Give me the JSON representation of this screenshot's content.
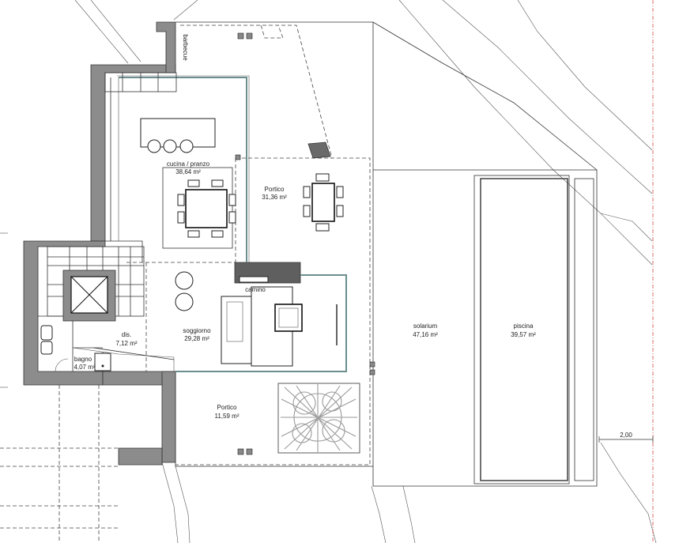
{
  "rooms": [
    {
      "id": "cucina",
      "name": "cucina / pranzo",
      "area": "38,64 m²"
    },
    {
      "id": "portico-top",
      "name": "Portico",
      "area": "31,36 m²"
    },
    {
      "id": "soggiorno",
      "name": "soggiorno",
      "area": "29,28 m²"
    },
    {
      "id": "dis",
      "name": "dis.",
      "area": "7,12 m²"
    },
    {
      "id": "bagno",
      "name": "bagno",
      "area": "4,07 m²"
    },
    {
      "id": "portico-bottom",
      "name": "Portico",
      "area": "11,59 m²"
    },
    {
      "id": "solarium",
      "name": "solarium",
      "area": "47,16 m²"
    },
    {
      "id": "piscina",
      "name": "piscina",
      "area": "39,57 m²"
    }
  ],
  "labels": {
    "barbecue": "barbecue",
    "camino": "camino",
    "dimension": "2,00"
  },
  "colors": {
    "wall": "#8c8c8c",
    "glazing": "#6c8e8e",
    "line": "#333333",
    "plant": "#9a9a9a"
  }
}
